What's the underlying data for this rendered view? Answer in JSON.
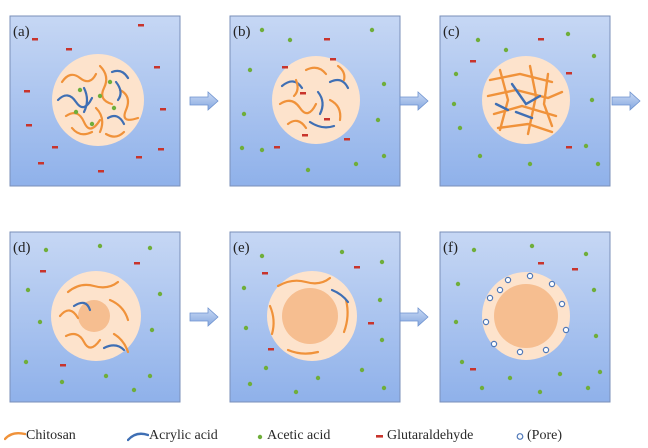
{
  "panels": [
    {
      "label": "(a)",
      "stage": "a"
    },
    {
      "label": "(b)",
      "stage": "b"
    },
    {
      "label": "(c)",
      "stage": "c"
    },
    {
      "label": "(d)",
      "stage": "d"
    },
    {
      "label": "(e)",
      "stage": "e"
    },
    {
      "label": "(f)",
      "stage": "f"
    }
  ],
  "legend": {
    "chitosan": "Chitosan",
    "acrylic_acid": "Acrylic acid",
    "acetic_acid": "Acetic acid",
    "glutaraldehyde": "Glutaraldehyde",
    "pore": "(Pore)"
  },
  "colors": {
    "chitosan": "#f0923a",
    "acrylic_acid": "#3f6fb4",
    "acetic_acid": "#6fae3a",
    "glutaraldehyde": "#c8342c",
    "pore": "#4f78b8",
    "bead": "#fde3cc",
    "core": "#f6be90",
    "panel_top": "#bcd0f2",
    "panel_bottom": "#8fb2ec",
    "arrow": "#9bb7e8"
  }
}
